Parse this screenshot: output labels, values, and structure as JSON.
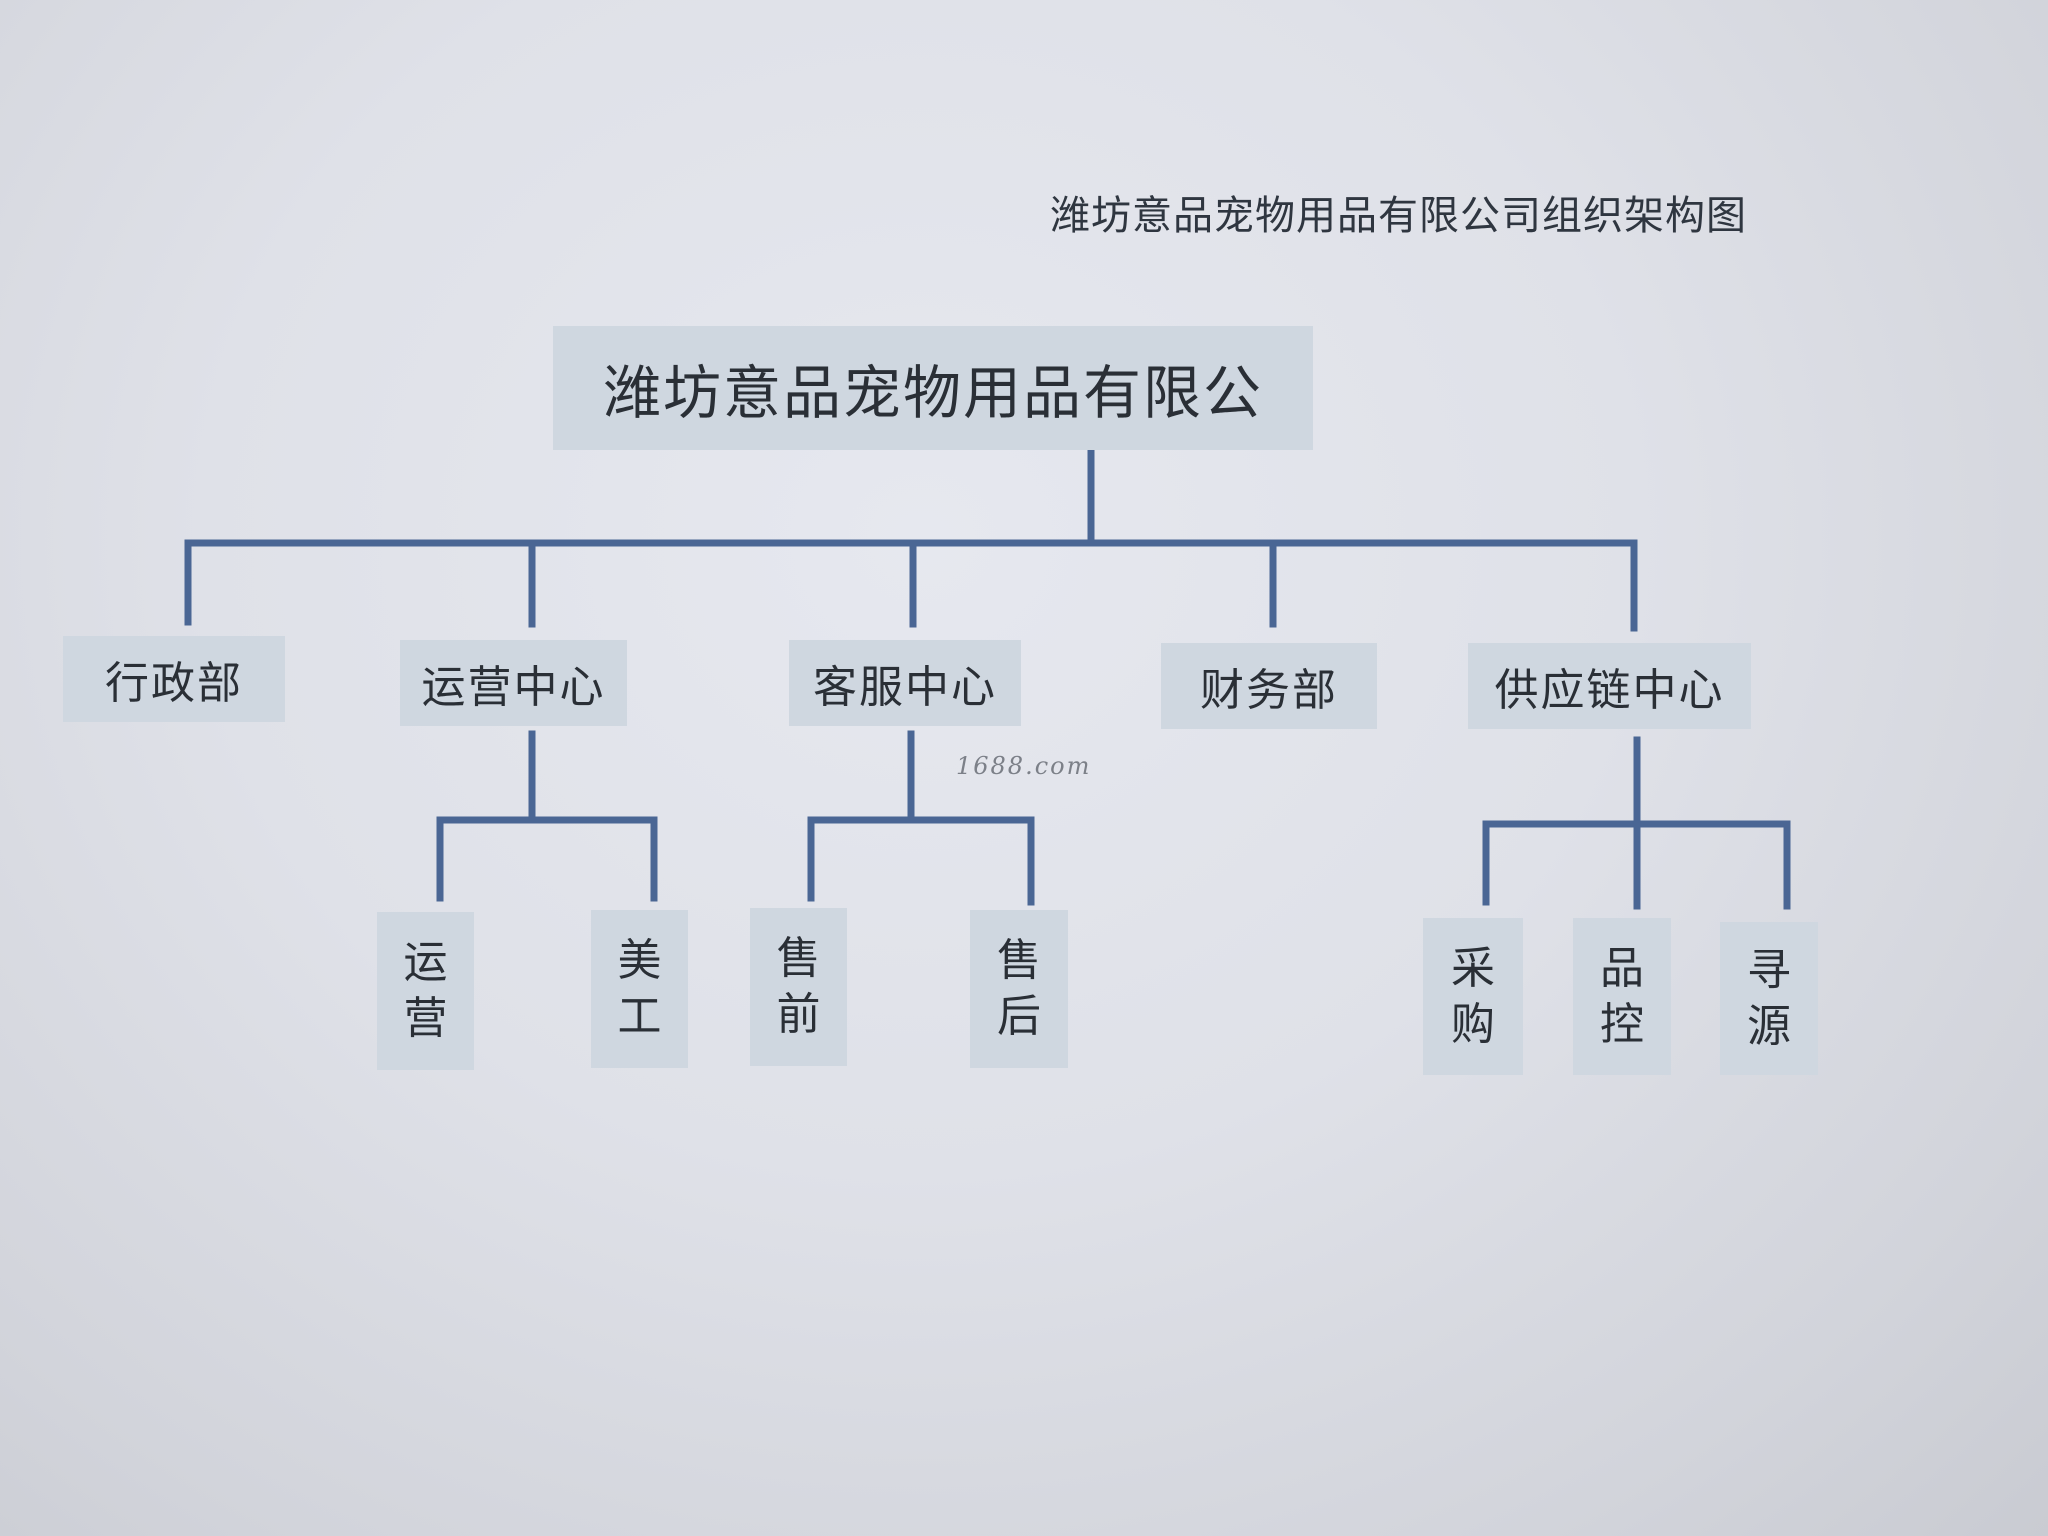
{
  "document": {
    "title": "潍坊意品宠物用品有限公司组织架构图"
  },
  "org": {
    "root": "潍坊意品宠物用品有限公",
    "departments": [
      {
        "name": "行政部",
        "children": []
      },
      {
        "name": "运营中心",
        "children": [
          "运营",
          "美工"
        ]
      },
      {
        "name": "客服中心",
        "children": [
          "售前",
          "售后"
        ]
      },
      {
        "name": "财务部",
        "children": []
      },
      {
        "name": "供应链中心",
        "children": [
          "采购",
          "品控",
          "寻源"
        ]
      }
    ]
  },
  "watermark": "1688.com",
  "colors": {
    "box_fill": "#cfd7e0",
    "connector": "#4a6694",
    "text": "#2a2f36"
  }
}
